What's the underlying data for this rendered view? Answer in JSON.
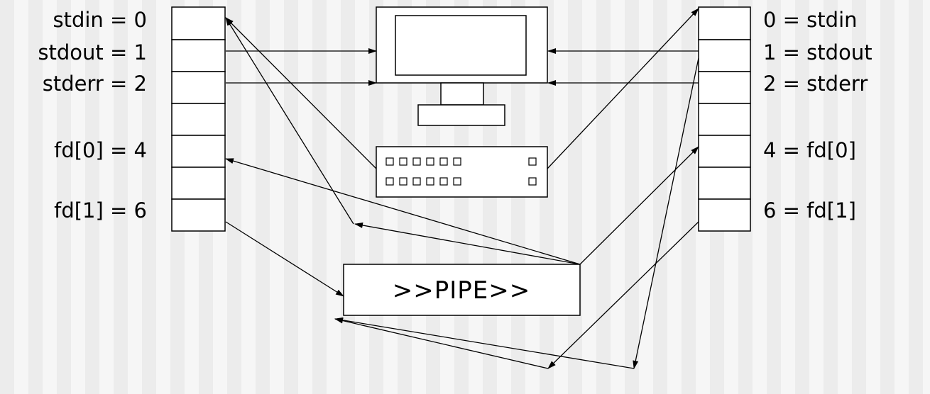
{
  "left_labels": [
    "stdin = 0",
    "stdout = 1",
    "stderr = 2",
    "fd[0] = 4",
    "fd[1] = 6"
  ],
  "right_labels": [
    "0 = stdin",
    "1 = stdout",
    "2 = stderr",
    "4 = fd[0]",
    "6 = fd[1]"
  ],
  "pipe_label": ">>PIPE>>"
}
